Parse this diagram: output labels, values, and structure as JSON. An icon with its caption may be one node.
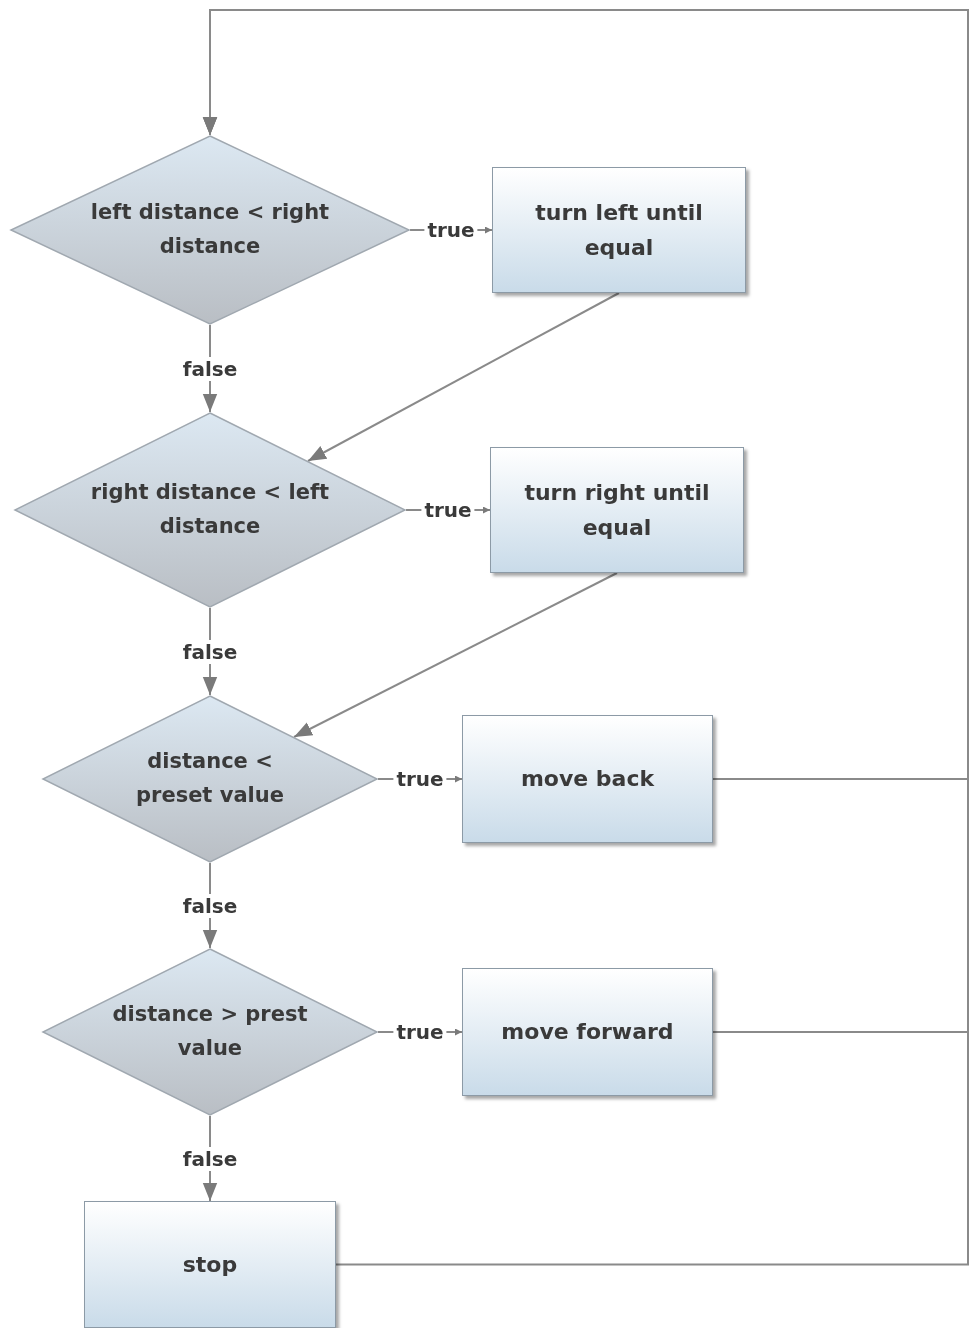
{
  "diagram": {
    "nodes": [
      {
        "text": [
          "left distance < right distance"
        ]
      },
      {
        "text": [
          "turn left until equal"
        ]
      },
      {
        "text": [
          "right distance < left distance"
        ]
      },
      {
        "text": [
          "turn right until equal"
        ]
      },
      {
        "text": [
          "distance < preset value"
        ]
      },
      {
        "text": [
          "move back"
        ]
      },
      {
        "text": [
          "distance > prest value"
        ]
      },
      {
        "text": [
          "move forward"
        ]
      },
      {
        "text": [
          "stop"
        ]
      }
    ],
    "edges": [
      {
        "from": 0,
        "to": 1,
        "arrow": "to",
        "label": "true"
      },
      {
        "from": 0,
        "to": 2,
        "arrow": "to",
        "label": "false"
      },
      {
        "from": 1,
        "to": 2,
        "arrow": "to"
      },
      {
        "from": 2,
        "to": 3,
        "arrow": "to",
        "label": "true"
      },
      {
        "from": 2,
        "to": 4,
        "arrow": "to",
        "label": "false"
      },
      {
        "from": 3,
        "to": 4,
        "arrow": "to"
      },
      {
        "from": 4,
        "to": 5,
        "arrow": "to",
        "label": "true"
      },
      {
        "from": 4,
        "to": 6,
        "arrow": "to",
        "label": "false"
      },
      {
        "from": 5,
        "to": 0,
        "arrow": "to"
      },
      {
        "from": 6,
        "to": 7,
        "arrow": "to",
        "label": "true"
      },
      {
        "from": 6,
        "to": 8,
        "arrow": "to",
        "label": "false"
      },
      {
        "from": 7,
        "to": 0,
        "arrow": "to"
      },
      {
        "from": 8,
        "to": 0,
        "arrow": "to"
      }
    ]
  }
}
